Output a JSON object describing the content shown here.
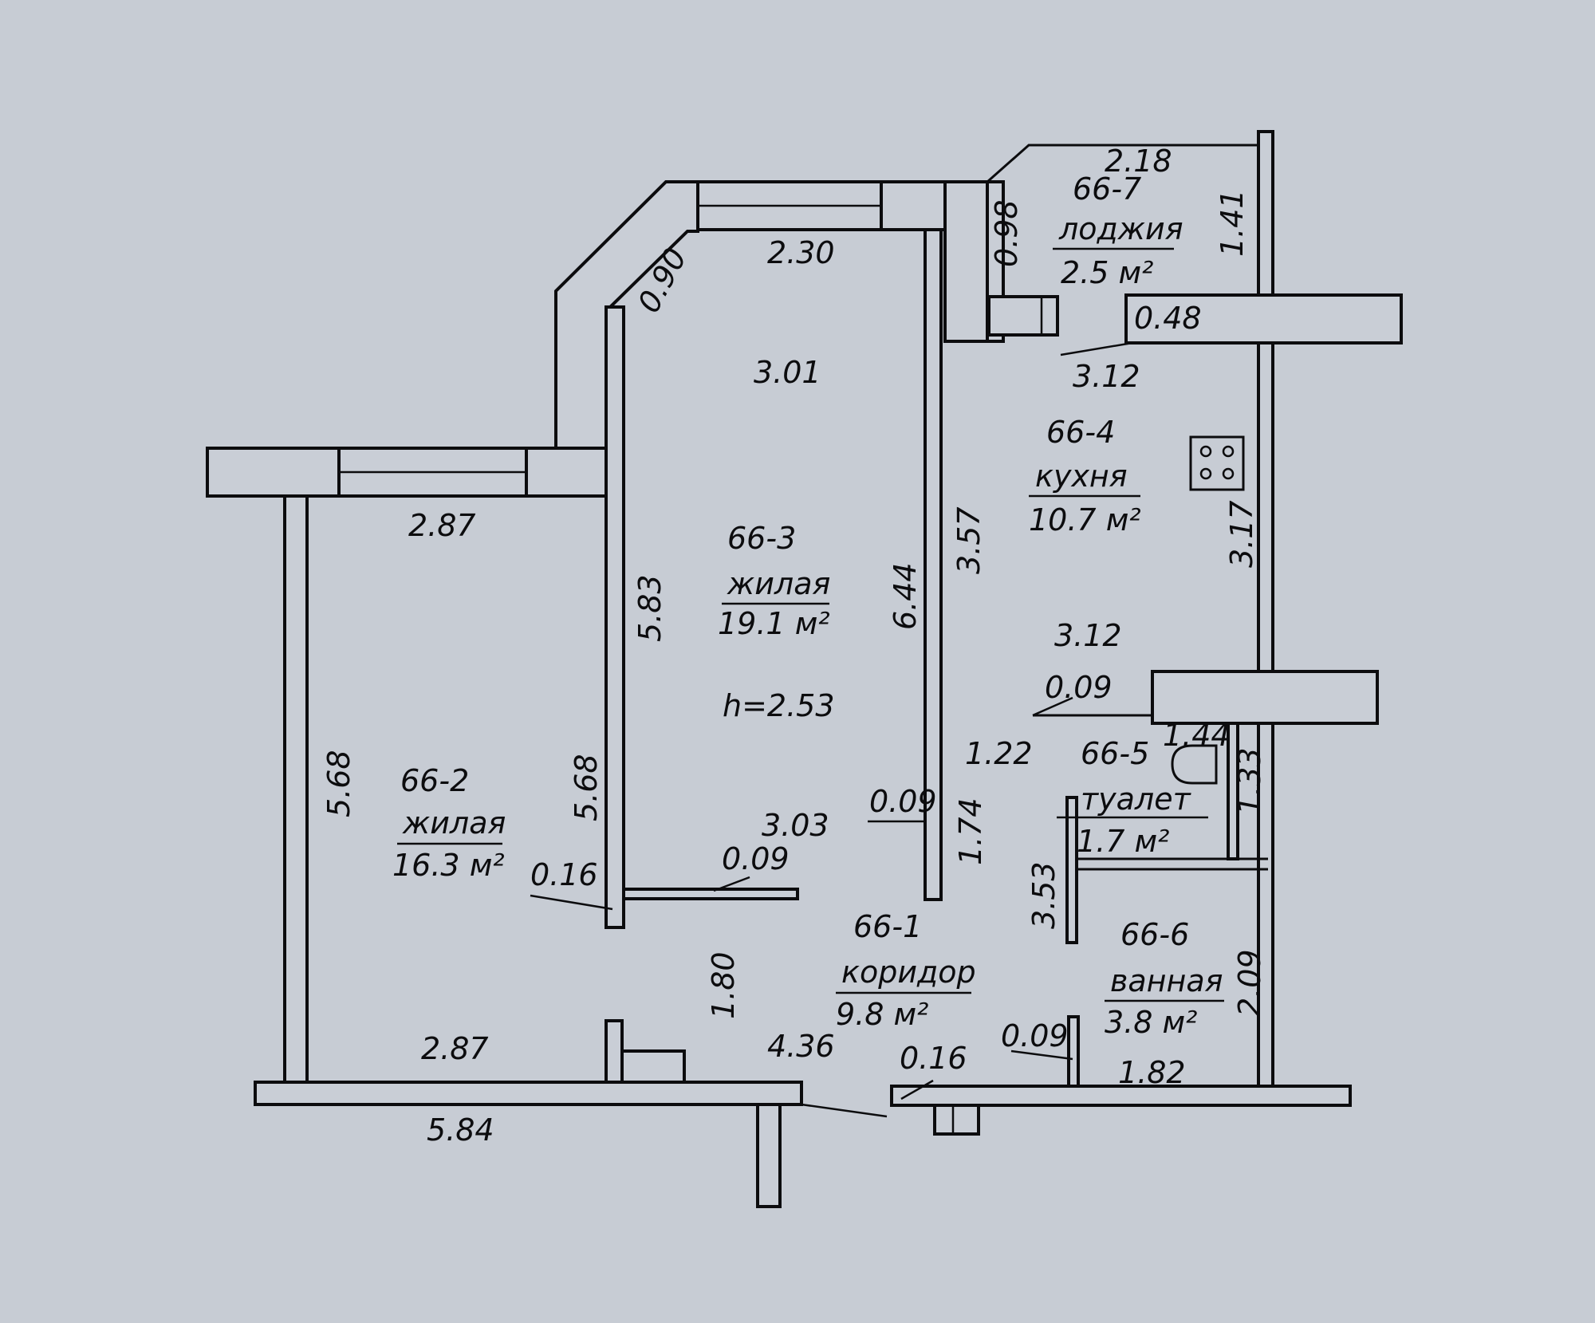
{
  "background_color": "#c7ccd4",
  "ink_color": "#0c0c0e",
  "rooms": {
    "loggia": {
      "id": "66-7",
      "name": "лоджия",
      "area": "2.5 м²"
    },
    "kitchen": {
      "id": "66-4",
      "name": "кухня",
      "area": "10.7 м²"
    },
    "living3": {
      "id": "66-3",
      "name": "жилая",
      "area": "19.1 м²",
      "height": "h=2.53"
    },
    "living2": {
      "id": "66-2",
      "name": "жилая",
      "area": "16.3 м²"
    },
    "toilet": {
      "id": "66-5",
      "name": "туалет",
      "area": "1.7 м²"
    },
    "corridor": {
      "id": "66-1",
      "name": "коридор",
      "area": "9.8 м²"
    },
    "bathroom": {
      "id": "66-6",
      "name": "ванная",
      "area": "3.8 м²"
    }
  },
  "dimensions": {
    "d_2_18": "2.18",
    "d_0_98": "0.98",
    "d_1_41": "1.41",
    "d_0_48": "0.48",
    "d_3_12_top": "3.12",
    "d_2_30": "2.30",
    "d_0_90": "0.90",
    "d_3_01": "3.01",
    "d_2_87_top": "2.87",
    "d_5_83": "5.83",
    "d_6_44": "6.44",
    "d_3_57": "3.57",
    "d_3_17": "3.17",
    "d_3_12_mid": "3.12",
    "d_0_09_kitchen": "0.09",
    "d_1_44": "1.44",
    "d_1_22": "1.22",
    "d_1_33": "1.33",
    "d_5_68_left": "5.68",
    "d_5_68_mid": "5.68",
    "d_0_16_left": "0.16",
    "d_0_09_living": "0.09",
    "d_3_03": "3.03",
    "d_0_09_corr": "0.09",
    "d_1_74": "1.74",
    "d_3_53": "3.53",
    "d_2_09": "2.09",
    "d_1_80": "1.80",
    "d_2_87_bottom": "2.87",
    "d_4_36": "4.36",
    "d_0_16_door": "0.16",
    "d_0_09_bath": "0.09",
    "d_1_82": "1.82",
    "d_5_84": "5.84"
  }
}
